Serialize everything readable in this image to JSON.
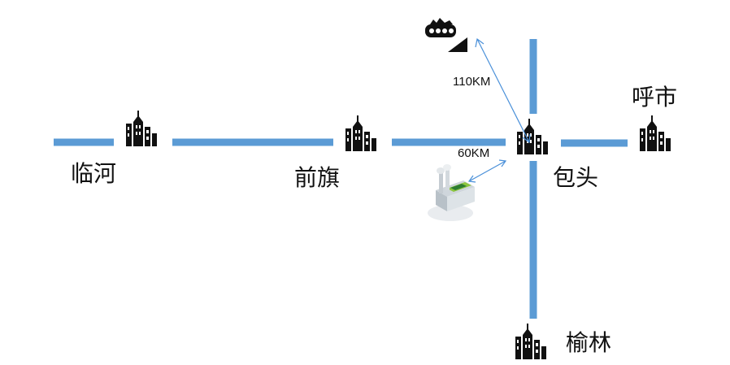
{
  "cities": {
    "linhe": "临河",
    "qianqi": "前旗",
    "baotou": "包头",
    "hushi": "呼市",
    "yulin": "榆林"
  },
  "distances": {
    "coal_mine": "110KM",
    "plant": "60KM"
  },
  "icons": {
    "city": "city-buildings-icon",
    "mine": "coal-mine-icon",
    "plant": "factory-plant-icon"
  },
  "colors": {
    "road": "#5b9bd5",
    "arrow": "#4a90d9",
    "building": "#111111"
  }
}
